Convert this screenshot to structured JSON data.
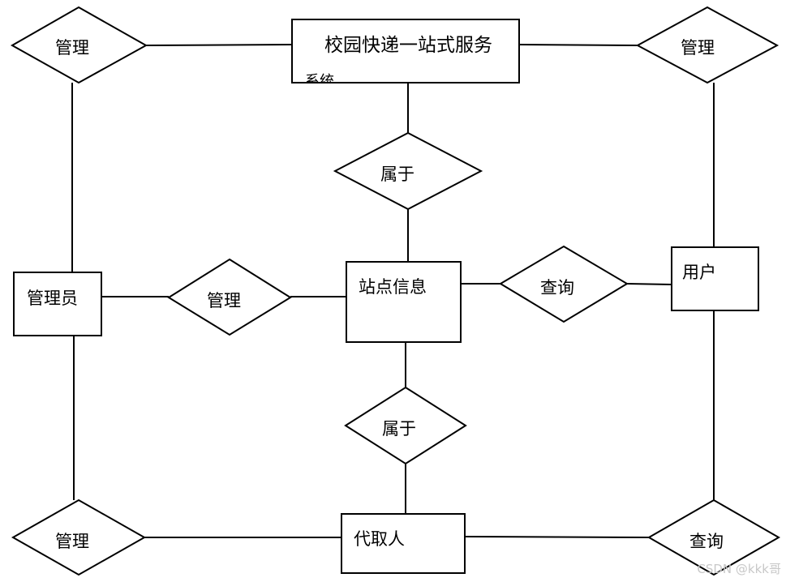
{
  "entities": {
    "system": "校园快递一站式服务",
    "system_overflow": "系统",
    "station": "站点信息",
    "admin": "管理员",
    "user": "用户",
    "agent": "代取人"
  },
  "relations": {
    "manage_top_left": "管理",
    "manage_top_right": "管理",
    "belongs_top": "属于",
    "manage_middle": "管理",
    "query_middle": "查询",
    "belongs_bottom": "属于",
    "manage_bottom_left": "管理",
    "query_bottom_right": "查询"
  },
  "watermark": "CSDN @kkk哥"
}
